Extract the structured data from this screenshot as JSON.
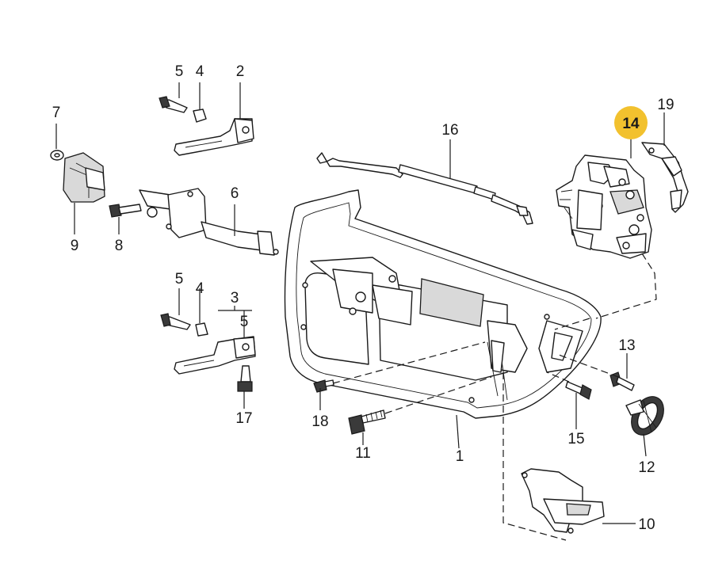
{
  "diagram": {
    "highlight_color": "#f2c12e",
    "callouts": {
      "c1": "1",
      "c2": "2",
      "c3": "3",
      "c4a": "4",
      "c4b": "4",
      "c5a": "5",
      "c5b": "5",
      "c5c": "5",
      "c6": "6",
      "c7": "7",
      "c8": "8",
      "c9": "9",
      "c10": "10",
      "c11": "11",
      "c12": "12",
      "c13": "13",
      "c14": "14",
      "c15": "15",
      "c16": "16",
      "c17": "17",
      "c18": "18",
      "c19": "19"
    }
  }
}
